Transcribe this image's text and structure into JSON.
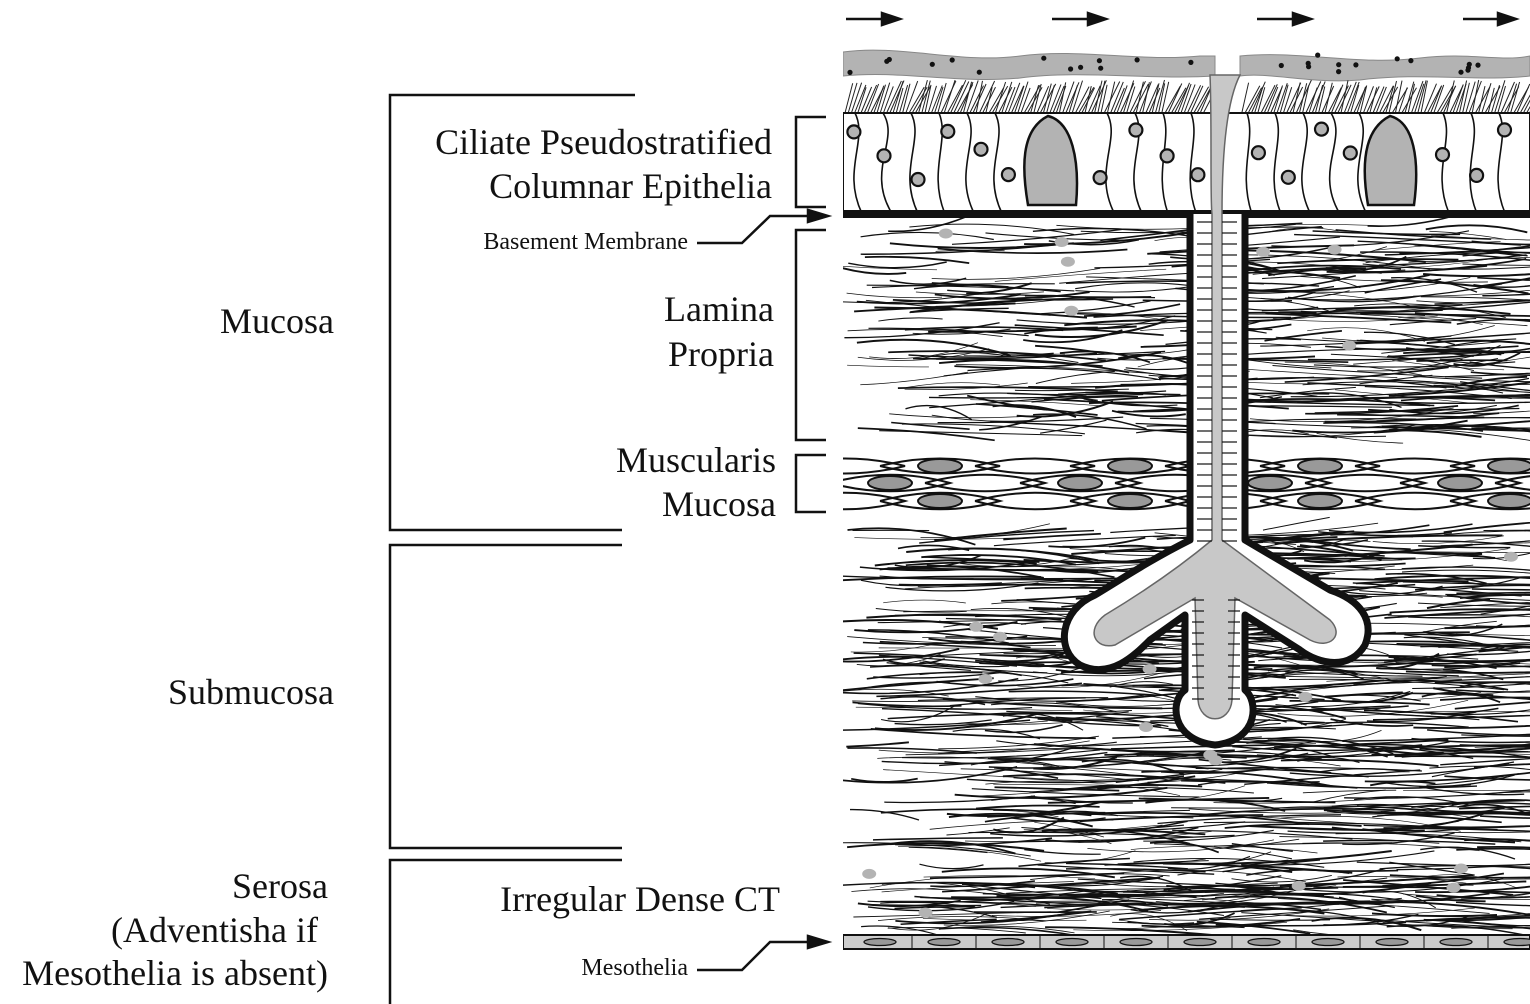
{
  "layers": {
    "mucosa": "Mucosa",
    "submucosa": "Submucosa",
    "serosa_line1": "Serosa",
    "serosa_line2": "(Adventisha if",
    "serosa_line3": "Mesothelia is absent)"
  },
  "parts": {
    "epithelium_line1": "Ciliate Pseudostratified",
    "epithelium_line2": "Columnar Epithelia",
    "basement_membrane": "Basement Membrane",
    "lamina_line1": "Lamina",
    "lamina_line2": "Propria",
    "muscularis_line1": "Muscularis",
    "muscularis_line2": "Mucosa",
    "dense_ct": "Irregular Dense CT",
    "mesothelia": "Mesothelia"
  },
  "colors": {
    "ink": "#111111",
    "gray_fill": "#b3b3b3",
    "light_gray": "#cccccc"
  }
}
